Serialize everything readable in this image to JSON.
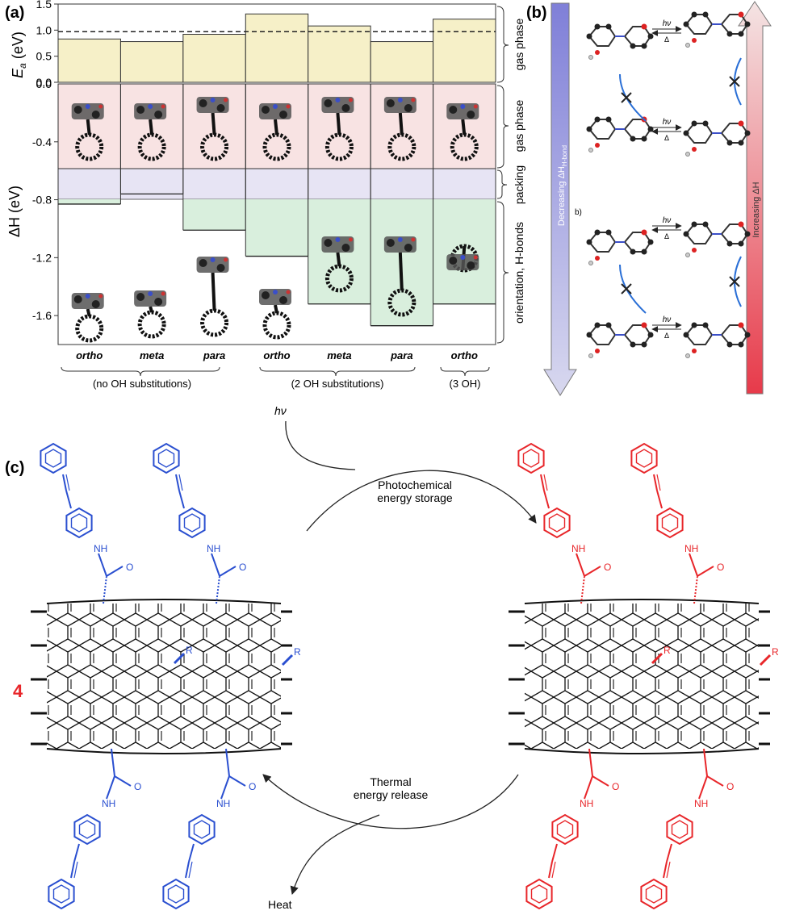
{
  "panel_a": {
    "label": "(a)",
    "top_ylabel": "E",
    "top_ylabel_sub": "a",
    "top_ylabel_unit": " (eV)",
    "bottom_ylabel": "ΔH (eV)",
    "right_labels": [
      "gas phase",
      "gas phase",
      "packing",
      "orientation, H-bonds"
    ],
    "top_ticks": [
      "1.5",
      "1.0",
      "0.5",
      "0.0"
    ],
    "bottom_ticks": [
      "-0.4",
      "-0.8",
      "-1.2",
      "-1.6"
    ],
    "isomers": [
      "ortho",
      "meta",
      "para",
      "ortho",
      "meta",
      "para",
      "ortho"
    ],
    "groups": [
      "(no OH substitutions)",
      "(2 OH substitutions)",
      "(3 OH)"
    ],
    "colors": {
      "gas_top": "#f6f0c8",
      "gas_bottom": "#f6d9d9",
      "packing": "#e4e2f2",
      "orient": "#d9efdd"
    }
  },
  "chart_data": {
    "type": "bar",
    "categories": [
      "ortho",
      "meta",
      "para",
      "ortho",
      "meta",
      "para",
      "ortho"
    ],
    "group_labels": [
      "(no OH substitutions)",
      "(2 OH substitutions)",
      "(3 OH)"
    ],
    "series": [
      {
        "name": "Ea (eV)",
        "values": [
          0.83,
          0.78,
          0.92,
          1.31,
          1.08,
          0.78,
          1.21
        ]
      },
      {
        "name": "ΔH (eV)",
        "values": [
          -0.83,
          -0.76,
          -1.01,
          -1.19,
          -1.52,
          -1.67,
          -1.52
        ]
      }
    ],
    "reference_line": 0.97,
    "ylim_top": [
      0,
      1.5
    ],
    "ylim_bottom": [
      -1.8,
      0
    ],
    "ylabel_top": "Ea (eV)",
    "ylabel_bottom": "ΔH (eV)"
  },
  "panel_b": {
    "label": "(b)",
    "left_arrow": "Decreasing ΔH",
    "left_arrow_sub": "H-bond",
    "right_arrow": "Increasing ΔH",
    "sub_label": "b)",
    "hv": "hν",
    "delta": "Δ"
  },
  "panel_c": {
    "label": "(c)",
    "compound": "4",
    "hv": "hν",
    "top_caption": [
      "Photochemical",
      "energy storage"
    ],
    "bottom_caption": [
      "Thermal",
      "energy release"
    ],
    "heat": "Heat",
    "nh": "NH",
    "o": "O",
    "r": "R",
    "blue": "#2a4fd0",
    "red": "#e8262a"
  }
}
